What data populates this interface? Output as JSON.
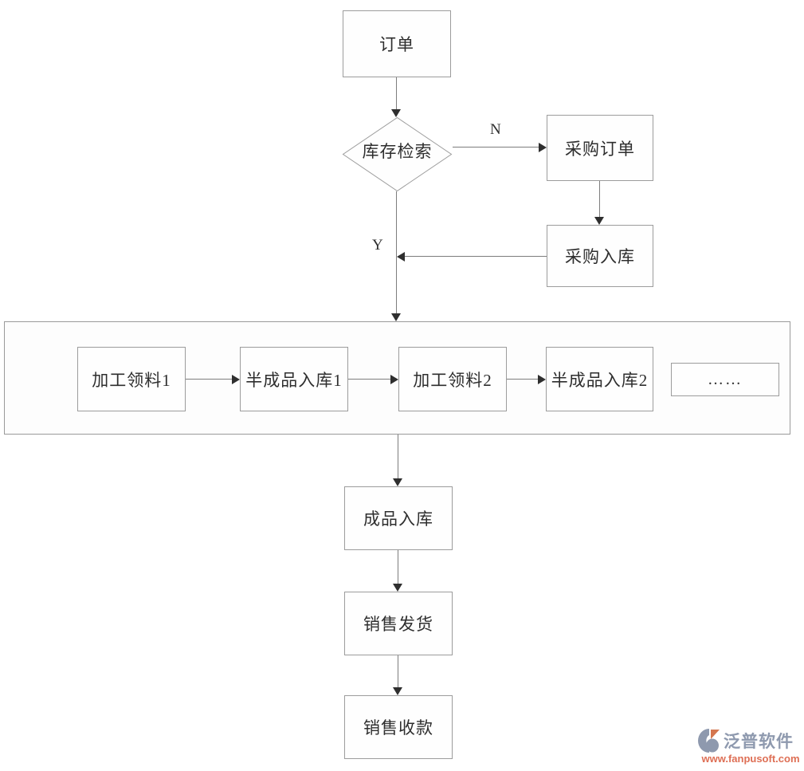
{
  "nodes": {
    "order": "订单",
    "inventory_check": "库存检索",
    "purchase_order": "采购订单",
    "purchase_inbound": "采购入库",
    "process_pick_1": "加工领料1",
    "semi_finished_in_1": "半成品入库1",
    "process_pick_2": "加工领料2",
    "semi_finished_in_2": "半成品入库2",
    "more": "……",
    "finished_inbound": "成品入库",
    "sales_delivery": "销售发货",
    "sales_collection": "销售收款"
  },
  "branch_labels": {
    "no": "N",
    "yes": "Y"
  },
  "watermark": {
    "brand": "泛普软件",
    "url": "www.fanpusoft.com",
    "brand_color": "#8e99ae",
    "url_color": "#de6f55"
  },
  "colors": {
    "background": "#ffffff",
    "line": "#7d7d7d",
    "arrowhead": "#2f2f2f",
    "box_border": "#9c9c9c",
    "text": "#2e2e2e"
  }
}
